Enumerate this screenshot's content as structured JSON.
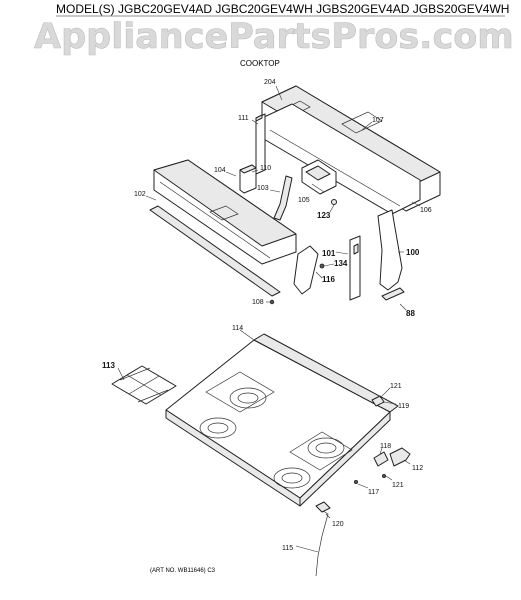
{
  "header": {
    "models": "MODEL(S) JGBC20GEV4AD  JGBC20GEV4WH  JGBS20GEV4AD  JGBS20GEV4WH",
    "section": "COOKTOP"
  },
  "watermark": "AppliancePartsPros.com",
  "art_number": "(ART NO. WB11646) C3",
  "callouts": {
    "p204": "204",
    "p107": "107",
    "p111": "111",
    "p110": "110",
    "p104": "104",
    "p102": "102",
    "p105": "105",
    "p103": "103",
    "p123": "123",
    "p106": "106",
    "p101": "101",
    "p134": "134",
    "p116": "116",
    "p100": "100",
    "p108": "108",
    "p88": "88",
    "p114": "114",
    "p113": "113",
    "p121a": "121",
    "p119": "119",
    "p118": "118",
    "p112": "112",
    "p121b": "121",
    "p117": "117",
    "p120": "120",
    "p115": "115"
  }
}
